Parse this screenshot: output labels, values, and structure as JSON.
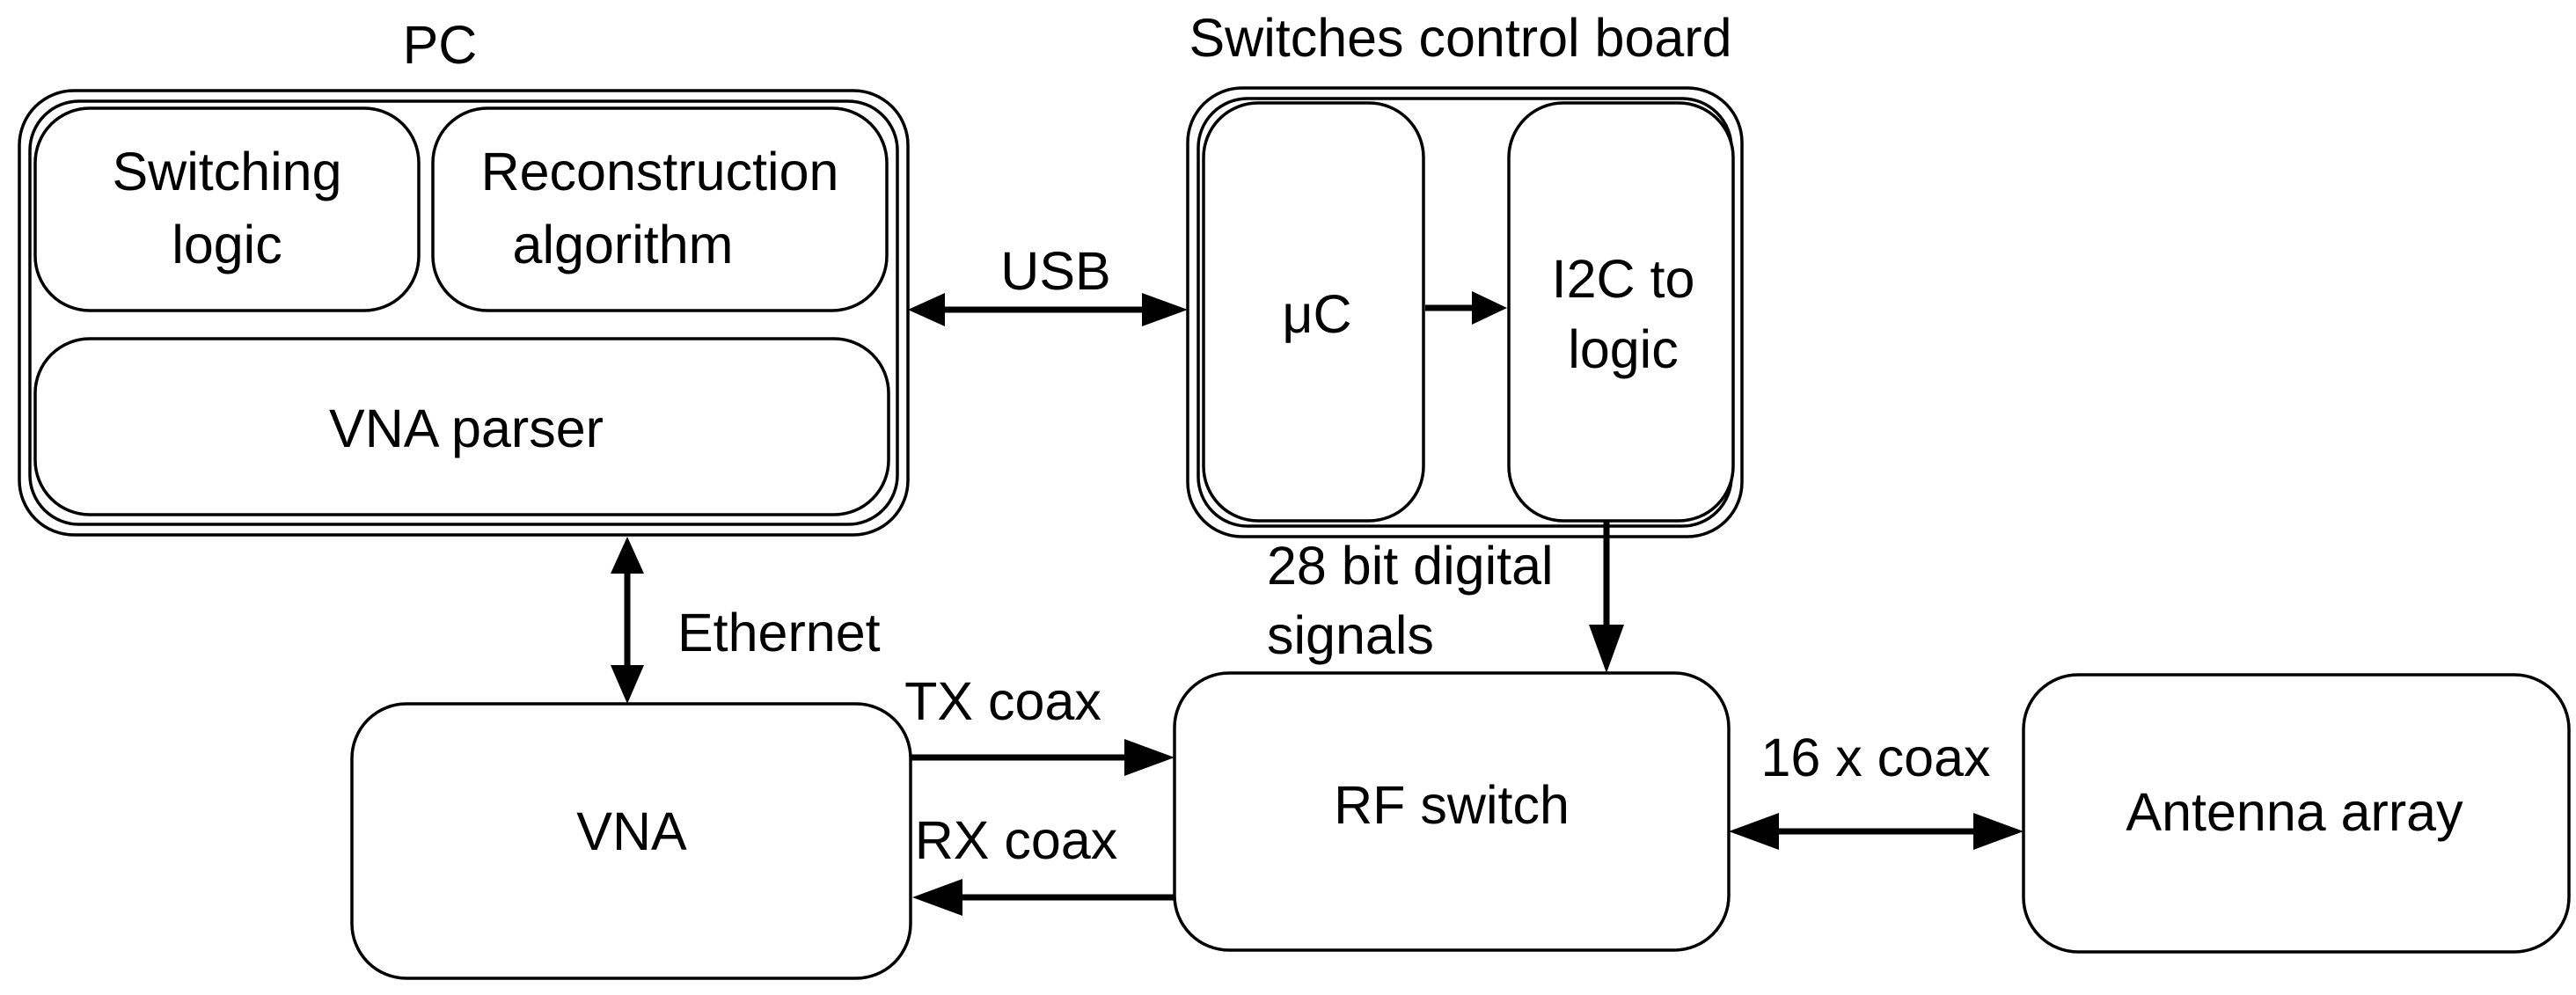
{
  "pc": {
    "title": "PC",
    "switching_logic": [
      "Switching",
      "logic"
    ],
    "reconstruction_algorithm": [
      "Reconstruction",
      "algorithm"
    ],
    "vna_parser": "VNA parser"
  },
  "control_board": {
    "title": "Switches control board",
    "uc": "μC",
    "i2c": [
      "I2C to",
      "logic"
    ]
  },
  "vna": "VNA",
  "rf_switch": "RF switch",
  "antenna_array": "Antenna array",
  "links": {
    "usb": "USB",
    "ethernet": "Ethernet",
    "tx": "TX coax",
    "rx": "RX coax",
    "digital": [
      "28 bit digital",
      "signals"
    ],
    "coax16": "16 x coax"
  }
}
